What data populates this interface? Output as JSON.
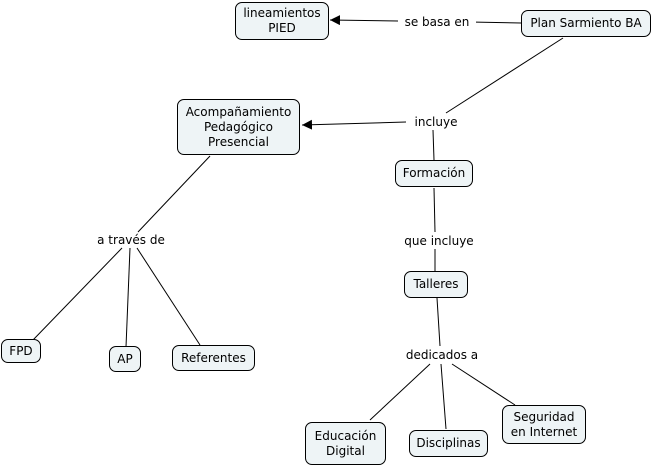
{
  "concepts": {
    "lineamientos": "lineamientos\nPIED",
    "plan": "Plan Sarmiento BA",
    "acompanamiento": "Acompañamiento\nPedagógico\nPresencial",
    "formacion": "Formación",
    "talleres": "Talleres",
    "fpd": "FPD",
    "ap": "AP",
    "referentes": "Referentes",
    "educacion": "Educación\nDigital",
    "disciplinas": "Disciplinas",
    "seguridad": "Seguridad\nen Internet"
  },
  "links": {
    "se_basa_en": "se basa en",
    "incluye": "incluye",
    "a_traves_de": "a través de",
    "que_incluye": "que incluye",
    "dedicados_a": "dedicados a"
  }
}
